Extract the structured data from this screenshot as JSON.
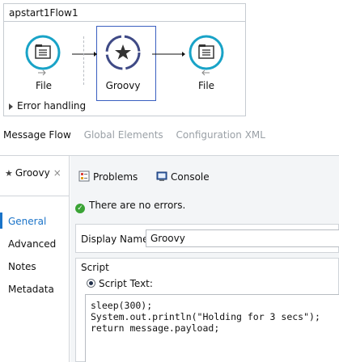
{
  "flow": {
    "title": "apstart1Flow1",
    "nodes": [
      {
        "label": "File",
        "icon": "file-connector-icon"
      },
      {
        "label": "Groovy",
        "icon": "groovy-component-icon"
      },
      {
        "label": "File",
        "icon": "file-connector-icon"
      }
    ],
    "error_handling": "Error handling"
  },
  "editor_tabs": [
    {
      "label": "Message Flow",
      "active": true
    },
    {
      "label": "Global Elements",
      "active": false
    },
    {
      "label": "Configuration XML",
      "active": false
    }
  ],
  "properties": {
    "component_tab": {
      "label": "Groovy",
      "close": "×"
    },
    "side_nav": [
      {
        "label": "General",
        "active": true
      },
      {
        "label": "Advanced",
        "active": false
      },
      {
        "label": "Notes",
        "active": false
      },
      {
        "label": "Metadata",
        "active": false
      }
    ],
    "tabs": [
      {
        "label": "Problems",
        "icon": "problems-icon"
      },
      {
        "label": "Console",
        "icon": "console-icon"
      }
    ],
    "status": "There are no errors.",
    "display_name_label": "Display Name:",
    "display_name_value": "Groovy",
    "script_legend": "Script",
    "script_text_label": "Script Text:",
    "script_lines": [
      "sleep(300);",
      "System.out.println(\"Holding for 3 secs\");",
      "return message.payload;"
    ]
  },
  "colors": {
    "accent_blue": "#1a73c8",
    "node_teal": "#19a3c7",
    "selection_border": "#3a5fc0",
    "ok_green": "#3aa335"
  }
}
